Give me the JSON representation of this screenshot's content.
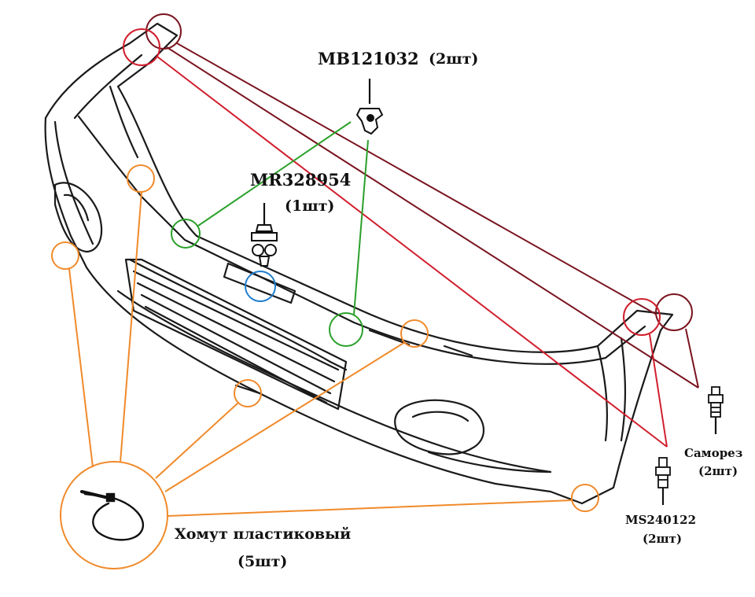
{
  "colors": {
    "dark_red": "#7a1520",
    "red": "#d11f2e",
    "green": "#2aa02a",
    "blue": "#1f7fd0",
    "orange": "#f08a2a",
    "outline": "#1a1a1a"
  },
  "labels": {
    "mb_part": "MB121032",
    "mb_qty": "(2шт)",
    "mr_part": "MR328954",
    "mr_qty": "(1шт)",
    "screw_name": "Саморез",
    "screw_qty": "(2шт)",
    "ms_part": "MS240122",
    "ms_qty": "(2шт)",
    "tie_name": "Хомут пластиковый",
    "tie_qty": "(5шт)"
  },
  "icons": {
    "clip_mb": "push-clip-icon",
    "clip_mr": "push-rivet-icon",
    "screw": "self-tapping-screw-icon",
    "bolt_ms": "bolt-icon",
    "tie": "cable-tie-icon"
  }
}
